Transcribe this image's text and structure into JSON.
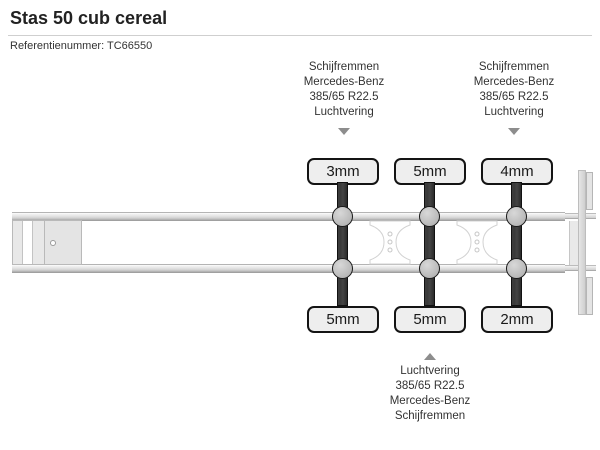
{
  "header": {
    "title": "Stas 50 cub cereal",
    "reference_label": "Referentienummer:",
    "reference_value": "TC66550",
    "reference_line": "Referentienummer: TC66550"
  },
  "diagram": {
    "vehicle_type": "semi-trailer-axle-diagram",
    "top_annotations": [
      {
        "id": "axle-2-top-spec",
        "lines": [
          "Schijfremmen",
          "Mercedes-Benz",
          "385/65 R22.5",
          "Luchtvering"
        ],
        "arrow": "triangle-down"
      },
      {
        "id": "axle-3-top-spec",
        "lines": [
          "Schijfremmen",
          "Mercedes-Benz",
          "385/65 R22.5",
          "Luchtvering"
        ],
        "arrow": "triangle-down"
      }
    ],
    "bottom_annotations": [
      {
        "id": "axle-bottom-spec",
        "lines": [
          "Luchtvering",
          "385/65 R22.5",
          "Mercedes-Benz",
          "Schijfremmen"
        ],
        "arrow": "triangle-up"
      }
    ],
    "tread_top": [
      {
        "axle": 1,
        "value": "3mm"
      },
      {
        "axle": 2,
        "value": "5mm"
      },
      {
        "axle": 3,
        "value": "4mm"
      }
    ],
    "tread_bottom": [
      {
        "axle": 1,
        "value": "5mm"
      },
      {
        "axle": 2,
        "value": "5mm"
      },
      {
        "axle": 3,
        "value": "2mm"
      }
    ],
    "colors": {
      "axle": "#3a3a3a",
      "hub": "#bdbdbd",
      "chip_background": "#eeeeee",
      "chip_border": "#141414",
      "rail": "#d3d3d3",
      "text": "#333333",
      "arrow": "#8d8d8d"
    }
  }
}
